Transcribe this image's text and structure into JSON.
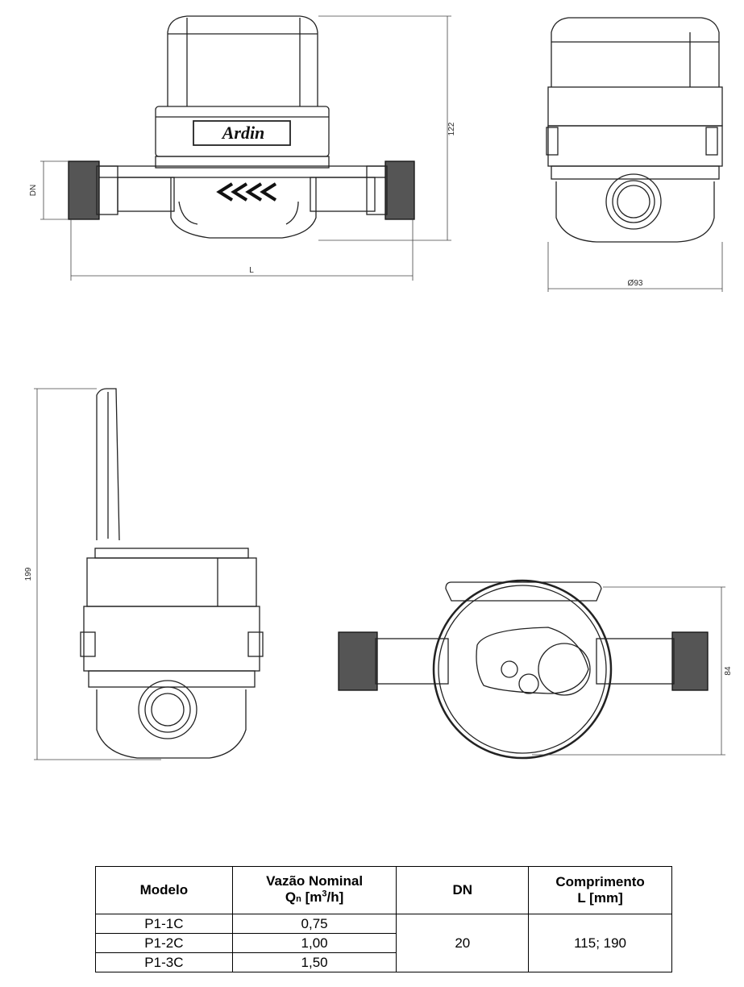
{
  "drawing": {
    "brand_label": "Ardin",
    "dim_height_front": "122",
    "dim_dn": "DN",
    "dim_length": "L",
    "dim_diameter": "Ø93",
    "dim_height_open": "199",
    "dim_height_top": "84"
  },
  "table": {
    "headers": {
      "modelo": "Modelo",
      "vazao_line1": "Vazão Nominal",
      "vazao_q": "Q",
      "vazao_q_sub": "n",
      "vazao_unit_pre": " [m",
      "vazao_unit_sup": "3",
      "vazao_unit_post": "/h]",
      "dn": "DN",
      "comprimento_line1": "Comprimento",
      "comprimento_line2": "L [mm]"
    },
    "rows": [
      {
        "modelo": "P1-1C",
        "vazao": "0,75"
      },
      {
        "modelo": "P1-2C",
        "vazao": "1,00"
      },
      {
        "modelo": "P1-3C",
        "vazao": "1,50"
      }
    ],
    "dn_value": "20",
    "comprimento_value": "115; 190"
  }
}
